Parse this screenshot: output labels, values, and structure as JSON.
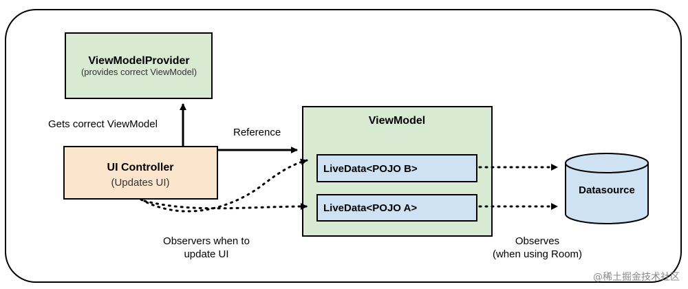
{
  "provider": {
    "title": "ViewModelProvider",
    "subtitle": "(provides correct ViewModel)"
  },
  "controller": {
    "title": "UI Controller",
    "subtitle": "(Updates UI)"
  },
  "viewmodel": {
    "title": "ViewModel",
    "livedata_b": "LiveData<POJO B>",
    "livedata_a": "LiveData<POJO A>"
  },
  "datasource": {
    "title": "Datasource"
  },
  "labels": {
    "gets_correct": "Gets correct ViewModel",
    "reference": "Reference",
    "observers_line1": "Observers when to",
    "observers_line2": "update UI",
    "observes_line1": "Observes",
    "observes_line2": "(when using Room)"
  },
  "watermark": "@稀土掘金技术社区",
  "colors": {
    "provider_fill": "#d9ead3",
    "controller_fill": "#fce5cd",
    "viewmodel_fill": "#d9ead3",
    "livedata_fill": "#cfe2f3",
    "datasource_fill": "#cfe2f3",
    "stroke": "#000000"
  }
}
